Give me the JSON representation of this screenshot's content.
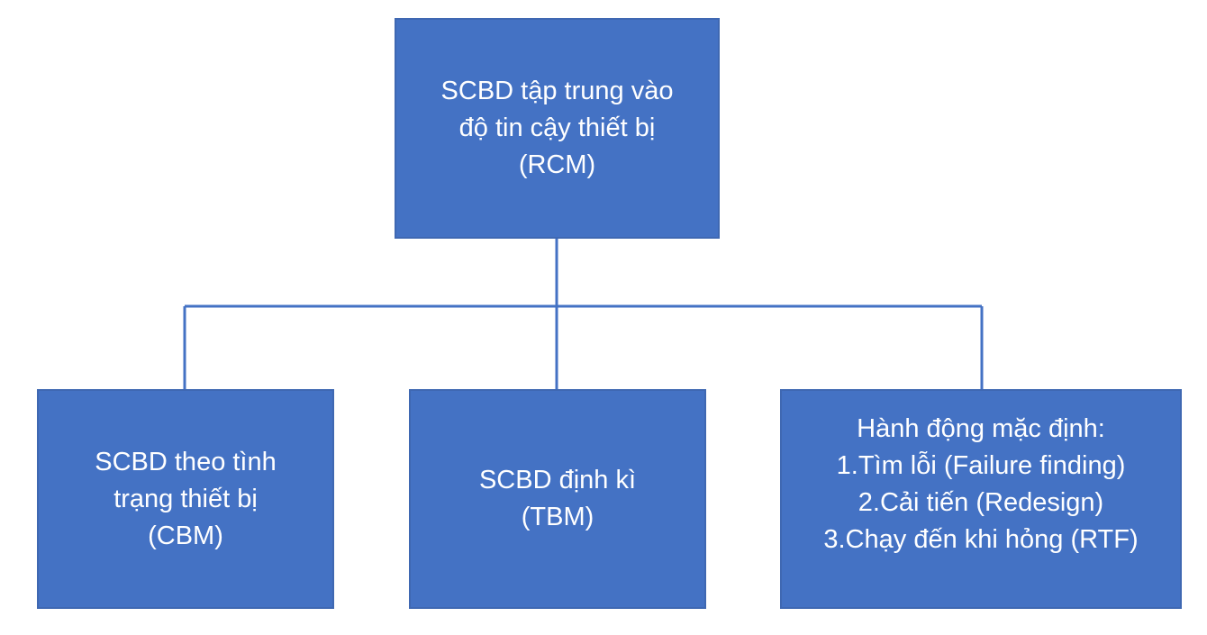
{
  "root": {
    "lines": [
      "SCBD tập trung vào",
      "độ tin cậy thiết bị",
      "(RCM)"
    ]
  },
  "children": [
    {
      "lines": [
        "SCBD theo tình",
        "trạng thiết bị",
        "(CBM)"
      ]
    },
    {
      "lines": [
        "SCBD định kì",
        "(TBM)"
      ]
    },
    {
      "lines": [
        "Hành động mặc định:",
        "1.Tìm lỗi (Failure finding)",
        "2.Cải tiến (Redesign)",
        "3.Chạy đến khi hỏng (RTF)"
      ]
    }
  ],
  "colors": {
    "box_fill": "#4472c4",
    "connector": "#4472c4",
    "text": "#ffffff"
  }
}
